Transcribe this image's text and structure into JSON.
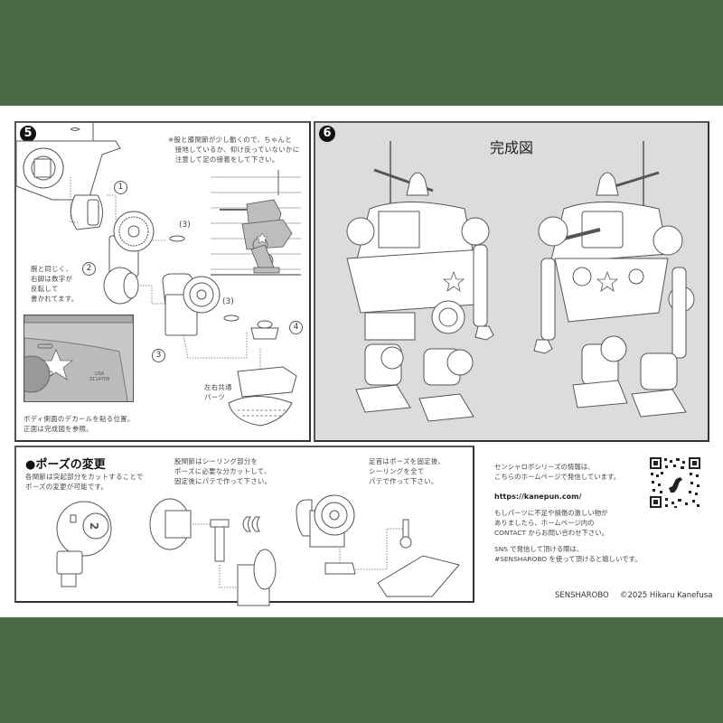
{
  "step5": {
    "number": "5",
    "note": "※股と膝関節が少し動くので、ちゃんと\n　接地しているか、仰け反っていないかに\n　注意して足の接着をして下さい。",
    "side_note": "腕と同じく、\n右脚は数字が\n反転して\n書かれてます。",
    "decal_caption": "ボディ側面のデカールを貼る位置。\n正面は完成図を参照。",
    "decal_text": "USA\n3114708",
    "common_parts_label": "左右共通\nパーツ",
    "callouts": [
      "1",
      "2",
      "3",
      "4"
    ],
    "paren_labels": [
      "(3)",
      "(3)"
    ]
  },
  "step6": {
    "number": "6",
    "title": "完成図"
  },
  "pose": {
    "title": "●ポーズの変更",
    "intro": "各関節は突起部分をカットすることで\nポーズの変更が可能です。",
    "hip_note": "股関節はシーリング部分を\nポーズに必要な分カットして、\n固定後にパテで作って下さい。",
    "ankle_note": "足首はポーズを固定後、\nシーリングを全て\nパテで作って下さい。",
    "joint_number": "2"
  },
  "info": {
    "intro": "センシャロボシリーズの情報は、\nこちらのホームページで発信しています。",
    "url": "https://kanepun.com/",
    "contact": "もしパーツに不足や損傷の激しい物が\nありましたら、ホームページ内の\nCONTACT からお問い合わせ下さい。",
    "sns": "SNS で発信して頂ける際は、\n#SENSHAROBO を使って頂けると嬉しいです。",
    "qr_icon": "qr-code-dinosaur"
  },
  "footer": {
    "brand": "SENSHAROBO",
    "copyright": "©2025 Hikaru Kanefusa"
  },
  "colors": {
    "frame_green": "#4a6b47",
    "panel6_bg": "#dcdcdc",
    "border": "#555555"
  }
}
